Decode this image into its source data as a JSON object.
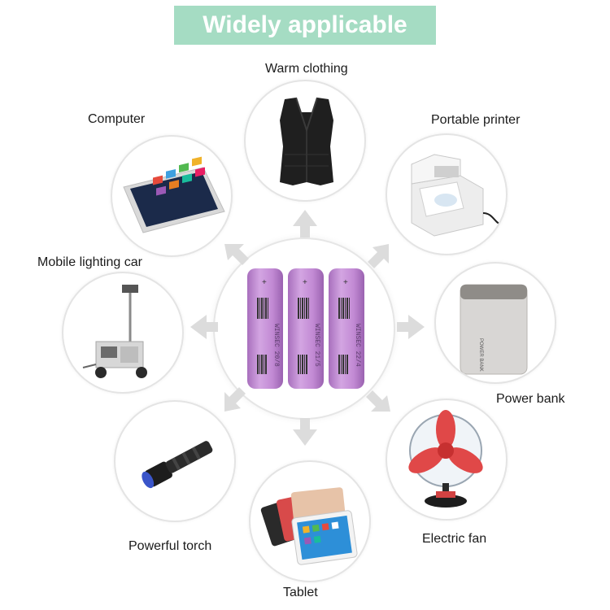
{
  "title": "Widely applicable",
  "applications": [
    {
      "id": "warm-clothing",
      "label": "Warm clothing"
    },
    {
      "id": "computer",
      "label": "Computer"
    },
    {
      "id": "portable-printer",
      "label": "Portable printer"
    },
    {
      "id": "mobile-lighting-car",
      "label": "Mobile lighting car"
    },
    {
      "id": "power-bank",
      "label": "Power bank"
    },
    {
      "id": "powerful-torch",
      "label": "Powerful torch"
    },
    {
      "id": "electric-fan",
      "label": "Electric fan"
    },
    {
      "id": "tablet",
      "label": "Tablet"
    }
  ],
  "cell_markings": [
    "WINSEC 20/8",
    "WINSEC 21/5",
    "WINSEC 22/4"
  ],
  "power_bank_text": "POWER BANK",
  "colors": {
    "banner": "#a5dcc3",
    "cell": "#c58fd6",
    "arrow": "#dcdcdc"
  }
}
